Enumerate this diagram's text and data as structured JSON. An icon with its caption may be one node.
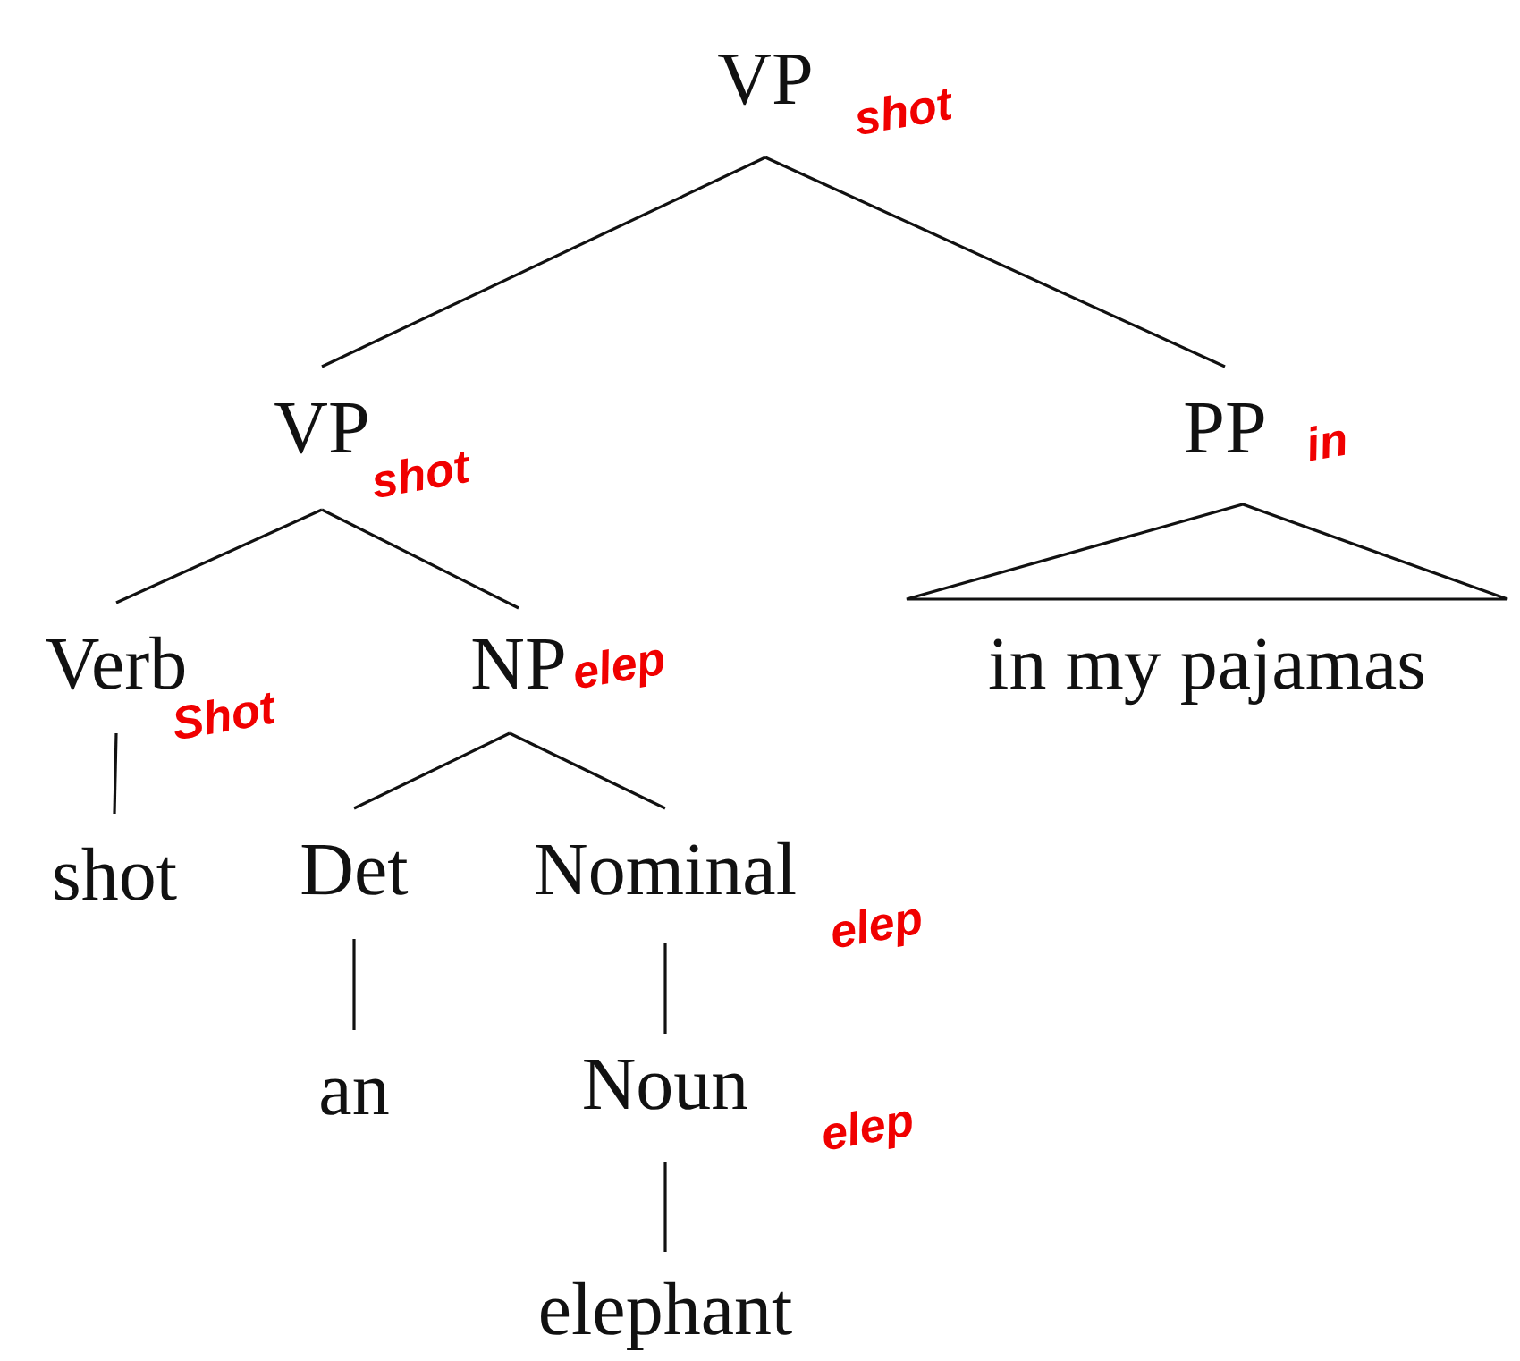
{
  "diagram": {
    "nodes": [
      {
        "text": [
          "VP"
        ],
        "beside": [
          "shot"
        ]
      },
      {
        "text": [
          "VP"
        ],
        "beside": [
          "shot"
        ]
      },
      {
        "text": [
          "PP"
        ],
        "beside": [
          "in"
        ]
      },
      {
        "text": [
          "Verb"
        ],
        "beside": [
          "Shot"
        ]
      },
      {
        "text": [
          "NP"
        ],
        "beside": [
          "elep"
        ]
      },
      {
        "text": [
          "in my pajamas"
        ]
      },
      {
        "text": [
          "shot"
        ]
      },
      {
        "text": [
          "Det"
        ]
      },
      {
        "text": [
          "Nominal"
        ],
        "beside": [
          "elep"
        ]
      },
      {
        "text": [
          "an"
        ]
      },
      {
        "text": [
          "Noun"
        ],
        "beside": [
          "elep"
        ]
      },
      {
        "text": [
          "elephant"
        ]
      }
    ],
    "edges": [
      {
        "from": 0,
        "to": 1,
        "arrow": "none"
      },
      {
        "from": 0,
        "to": 2,
        "arrow": "none"
      },
      {
        "from": 1,
        "to": 3,
        "arrow": "none"
      },
      {
        "from": 1,
        "to": 4,
        "arrow": "none"
      },
      {
        "from": 2,
        "to": 5,
        "arrow": "none"
      },
      {
        "from": 3,
        "to": 6,
        "arrow": "none"
      },
      {
        "from": 4,
        "to": 7,
        "arrow": "none"
      },
      {
        "from": 4,
        "to": 8,
        "arrow": "none"
      },
      {
        "from": 7,
        "to": 9,
        "arrow": "none"
      },
      {
        "from": 8,
        "to": 10,
        "arrow": "none"
      },
      {
        "from": 10,
        "to": 11,
        "arrow": "none"
      }
    ]
  }
}
